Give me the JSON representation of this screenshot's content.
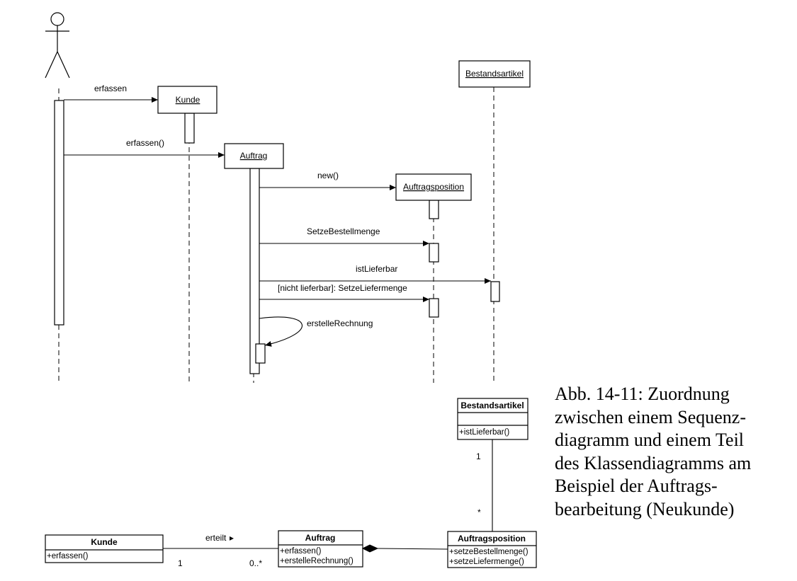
{
  "sequence_diagram": {
    "objects": {
      "kunde": "Kunde",
      "auftrag": "Auftrag",
      "auftragsposition": "Auftragsposition",
      "bestandsartikel": "Bestandsartikel"
    },
    "messages": {
      "m1": "erfassen",
      "m2": "erfassen()",
      "m3": "new()",
      "m4": "SetzeBestellmenge",
      "m5": "istLieferbar",
      "m6": "[nicht lieferbar]: SetzeLiefermenge",
      "m7": "erstelleRechnung"
    }
  },
  "class_diagram": {
    "kunde": {
      "name": "Kunde",
      "ops": [
        "+erfassen()"
      ]
    },
    "auftrag": {
      "name": "Auftrag",
      "ops": [
        "+erfassen()",
        "+erstelleRechnung()"
      ]
    },
    "auftragsposition": {
      "name": "Auftragsposition",
      "ops": [
        "+setzeBestellmenge()",
        "+setzeLiefermenge()"
      ]
    },
    "bestandsartikel": {
      "name": "Bestandsartikel",
      "ops": [
        "+istLieferbar()"
      ]
    },
    "assoc_kunde_auftrag": {
      "label": "erteilt",
      "arrow": "▸",
      "mult_kunde": "1",
      "mult_auftrag": "0..*"
    },
    "assoc_position_artikel": {
      "mult_artikel": "1",
      "mult_position": "*"
    }
  },
  "caption": {
    "lines": [
      "Abb. 14-11: Zuordnung",
      "zwischen einem Sequenz-",
      "diagramm und  einem Teil",
      "des Klassendiagramms am",
      "Beispiel der Auftrags-",
      "bearbeitung (Neukunde)"
    ]
  }
}
